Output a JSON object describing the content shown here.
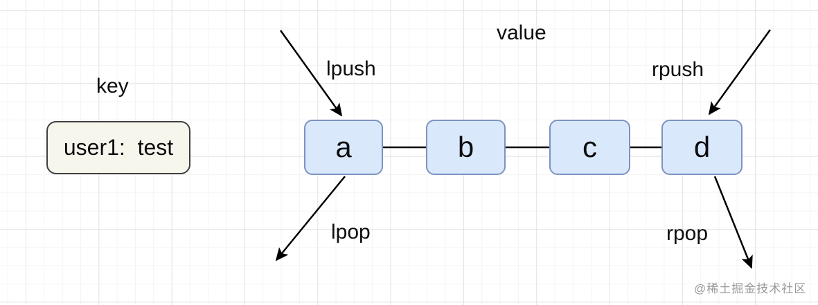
{
  "diagram": {
    "labels": {
      "key": "key",
      "value": "value",
      "lpush": "lpush",
      "lpop": "lpop",
      "rpush": "rpush",
      "rpop": "rpop"
    },
    "key_node": {
      "text": "user1:  test"
    },
    "nodes": [
      {
        "label": "a"
      },
      {
        "label": "b"
      },
      {
        "label": "c"
      },
      {
        "label": "d"
      }
    ],
    "colors": {
      "node_fill": "#dae8fc",
      "node_border": "#7d93c0",
      "key_fill": "#f7f6ec",
      "key_border": "#3f3f3f",
      "edge": "#000000",
      "grid_major": "#e3e3e3",
      "grid_minor": "#f4f4f4",
      "watermark": "#9a9a9a"
    }
  },
  "watermark": {
    "text": "@稀土掘金技术社区"
  }
}
